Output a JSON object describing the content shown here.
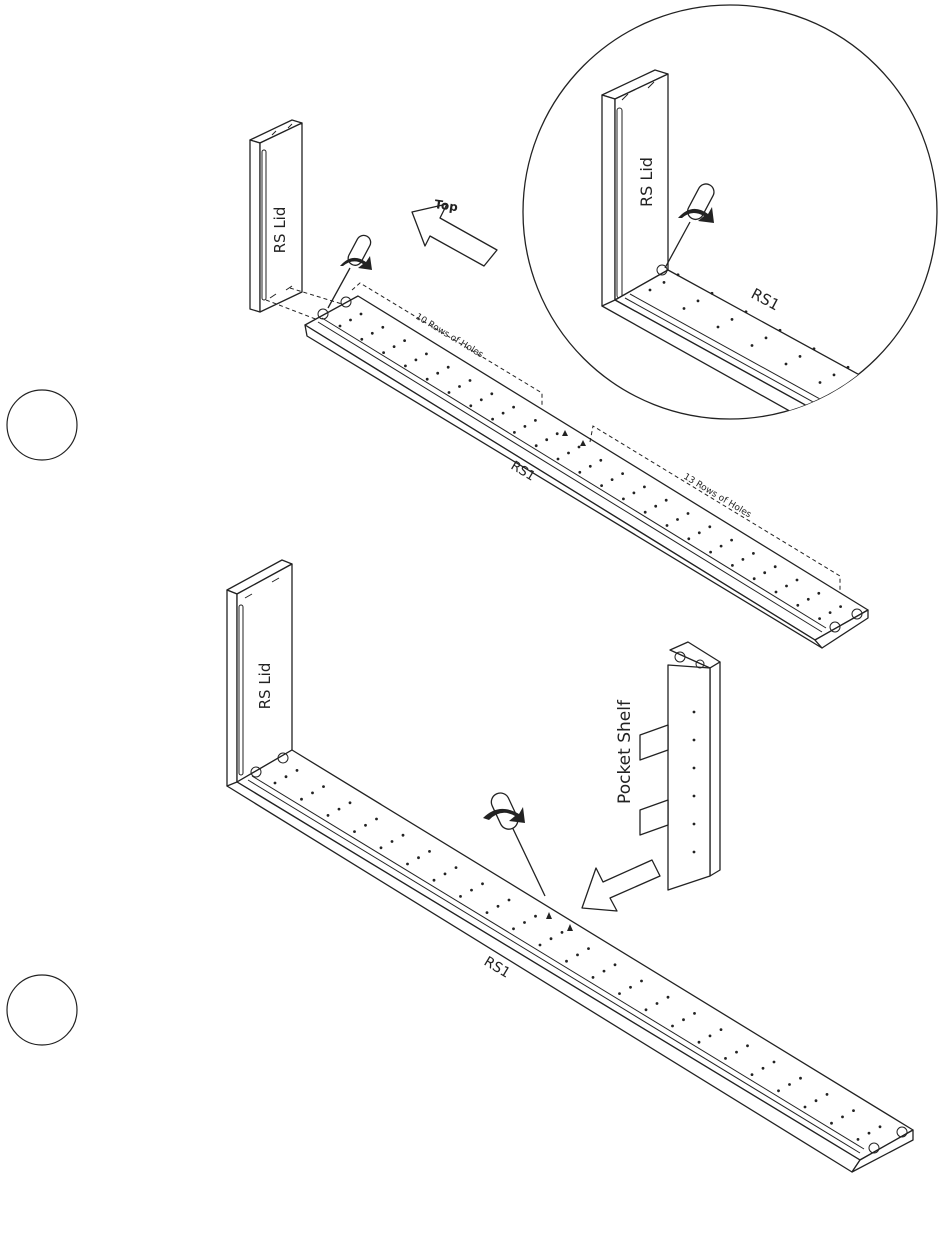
{
  "labels": {
    "rs_lid": "RS Lid",
    "rs1": "RS1",
    "top": "Top",
    "rows_10": "10 Rows of Holes",
    "rows_13": "13 Rows of Holes",
    "pocket_shelf": "Pocket Shelf"
  },
  "steps": [
    {
      "number": ""
    },
    {
      "number": ""
    }
  ]
}
